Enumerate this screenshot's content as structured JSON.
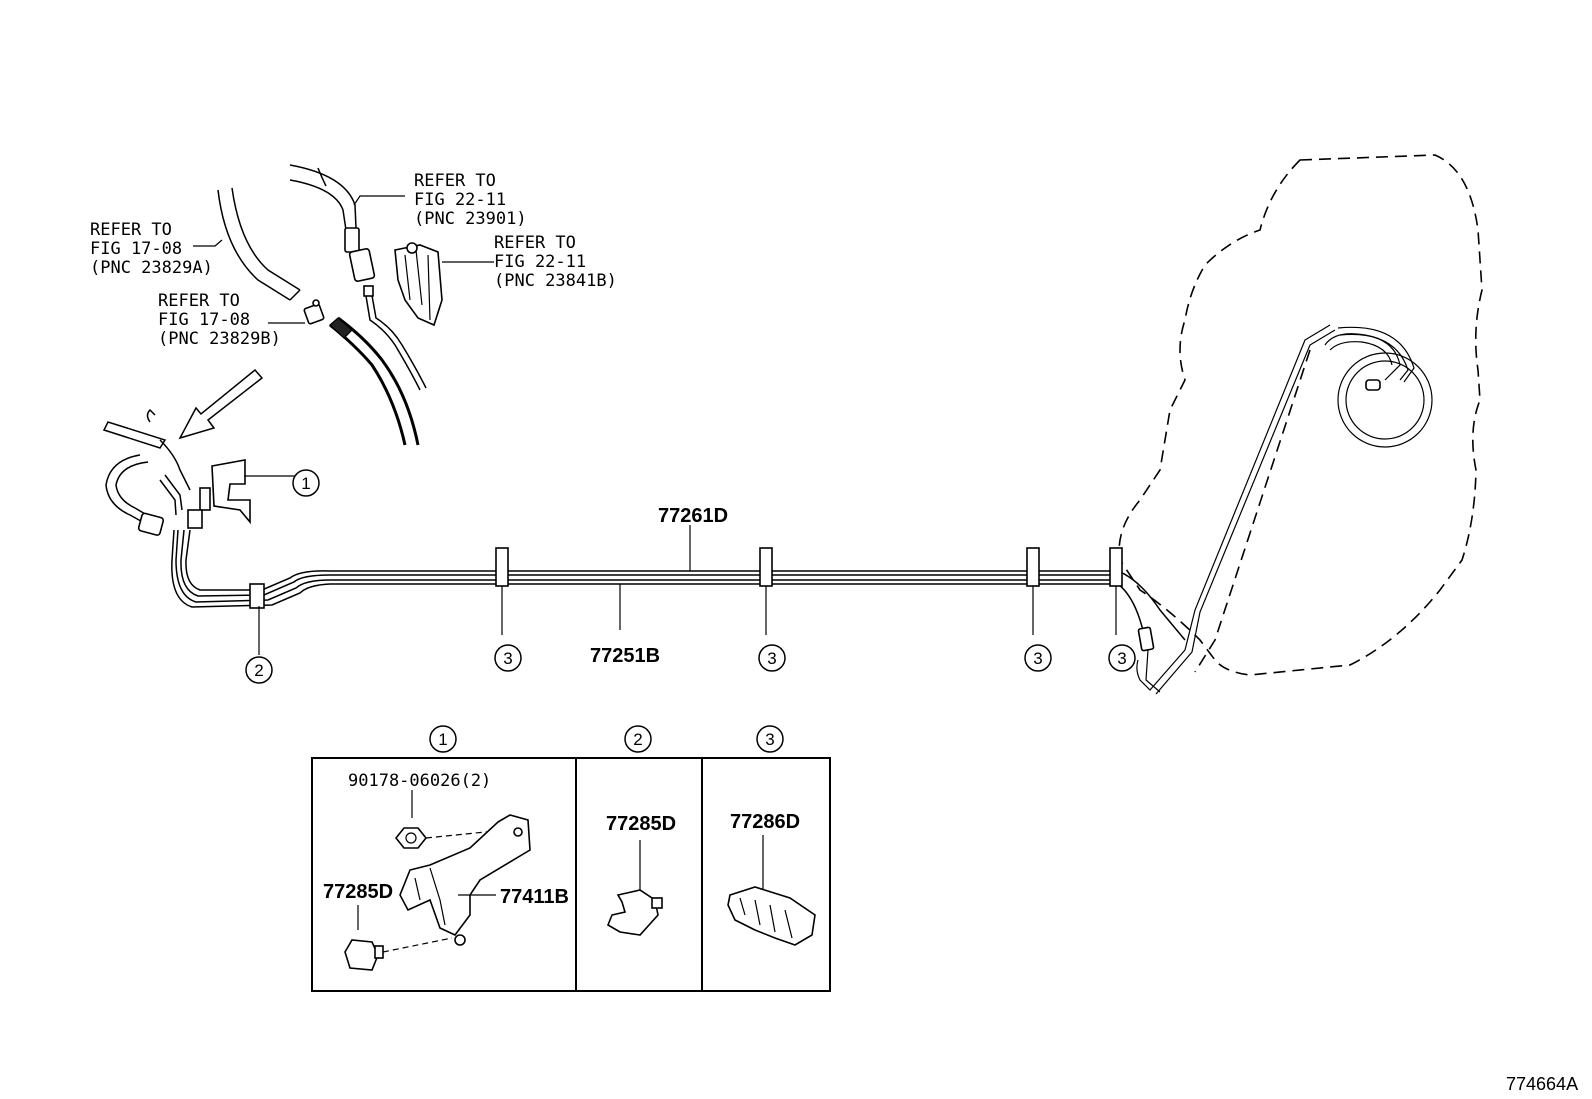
{
  "refs": [
    {
      "line1": "REFER TO",
      "line2": "FIG 22-11",
      "line3": "(PNC 23901)"
    },
    {
      "line1": "REFER TO",
      "line2": "FIG 17-08",
      "line3": "(PNC 23829A)"
    },
    {
      "line1": "REFER TO",
      "line2": "FIG 22-11",
      "line3": "(PNC 23841B)"
    },
    {
      "line1": "REFER TO",
      "line2": "FIG 17-08",
      "line3": "(PNC 23829B)"
    }
  ],
  "parts": {
    "tube_upper": "77261D",
    "tube_lower": "77251B",
    "bolt": "90178-06026(2)",
    "bracket": "77411B",
    "clamp_a": "77285D",
    "clamp_b": "77285D",
    "clamp_c": "77286D"
  },
  "callouts": {
    "one": "1",
    "two": "2",
    "three": "3"
  },
  "figure_code": "774664A"
}
